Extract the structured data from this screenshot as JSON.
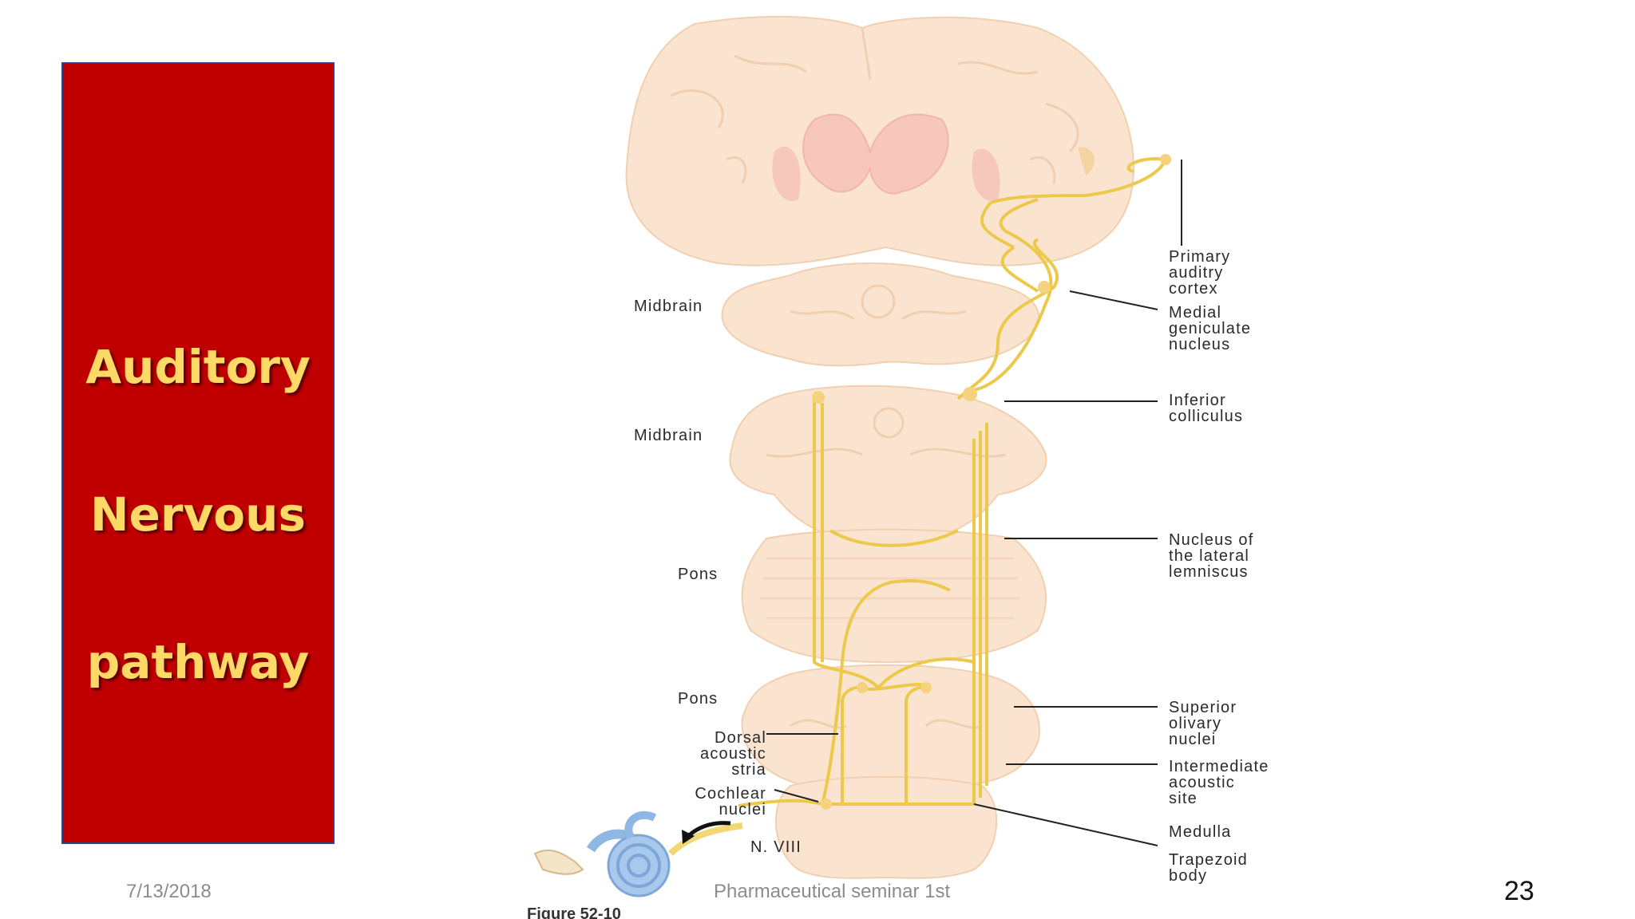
{
  "slide": {
    "title_words": [
      "Auditory",
      "Nervous",
      "pathway"
    ],
    "panel_color": "#c00000",
    "title_color": "#ffd966"
  },
  "figure": {
    "pathway_color": "#ecc94b",
    "caption": "Figure 52-10",
    "labels": {
      "primary_auditory_cortex": "Primary\nauditry\ncortex",
      "medial_geniculate_nucleus": "Medial\ngeniculate\nnucleus",
      "inferior_colliculus": "Inferior\ncolliculus",
      "nucleus_lateral_lemniscus": "Nucleus of\nthe lateral\nlemniscus",
      "superior_olivary_nuclei": "Superior\nolivary\nnuclei",
      "intermediate_acoustic_site": "Intermediate\nacoustic\nsite",
      "medulla": "Medulla",
      "trapezoid_body": "Trapezoid\nbody",
      "midbrain_upper": "Midbrain",
      "midbrain_lower": "Midbrain",
      "pons_upper": "Pons",
      "pons_lower": "Pons",
      "dorsal_acoustic_stria": "Dorsal\nacoustic\nstria",
      "cochlear_nuclei": "Cochlear\nnuclei",
      "nerve_viii": "N. VIII"
    }
  },
  "footer": {
    "date": "7/13/2018",
    "center_text": "Pharmaceutical seminar 1st",
    "page_number": "23"
  }
}
